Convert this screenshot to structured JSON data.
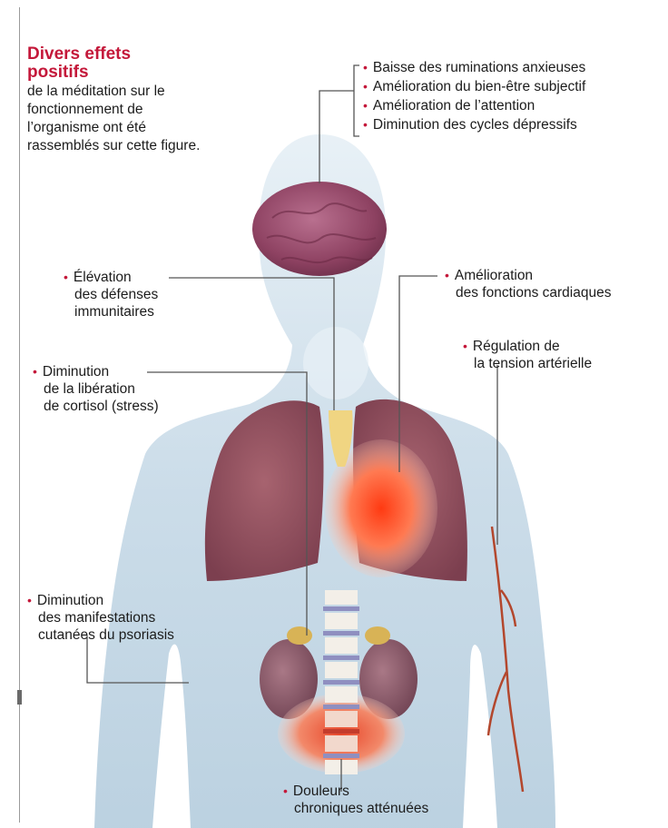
{
  "intro": {
    "title": "Divers effets positifs",
    "body": "de la méditation sur le fonctionnement de l’organisme ont été rassemblés sur cette figure."
  },
  "brain_effects": [
    "Baisse des ruminations anxieuses",
    "Amélioration du bien-être subjectif",
    "Amélioration de l’attention",
    "Diminution des cycles dépressifs"
  ],
  "labels": {
    "immune": [
      "Élévation",
      "des défenses",
      "immunitaires"
    ],
    "cortisol": [
      "Diminution",
      "de la libération",
      "de cortisol (stress)"
    ],
    "psoriasis": [
      "Diminution",
      "des manifestations",
      "cutanées du psoriasis"
    ],
    "cardiac": [
      "Amélioration",
      "des fonctions cardiaques"
    ],
    "tension": [
      "Régulation de",
      "la tension artérielle"
    ],
    "pain": [
      "Douleurs",
      "chroniques atténuées"
    ]
  },
  "bullet_glyph": "•",
  "colors": {
    "accent": "#c4183a",
    "text": "#1c1c1c",
    "body_silhouette": "#cfe1ec",
    "brain": "#9a4a6b",
    "lungs": "#8d4d5c",
    "heart": "#f05a2c",
    "thyroid": "#f0d27a",
    "kidneys": "#8e5e6c",
    "spine_disc": "#8f8fc0",
    "intestine_glow": "#ee6a44",
    "blood_vessel": "#b3472d",
    "leader_line": "#555555"
  }
}
